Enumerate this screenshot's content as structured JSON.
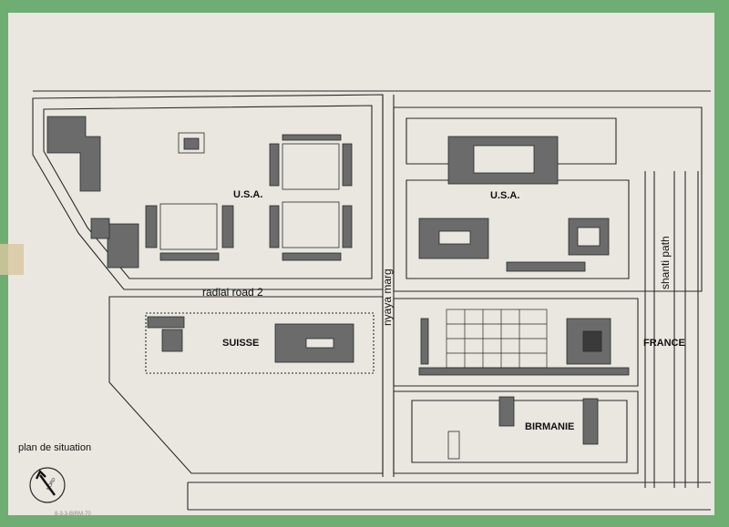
{
  "labels": {
    "usa_west": "U.S.A.",
    "usa_east": "U.S.A.",
    "suisse": "SUISSE",
    "france": "FRANCE",
    "birmanie": "BIRMANIE",
    "radial_road": "radial road 2",
    "nyaya_marg": "nyaya marg",
    "shanti_path": "shanti path",
    "plan_title": "plan de situation",
    "north": "NORD",
    "reference": "8-3-3-BIRM-70"
  },
  "colors": {
    "paper": "#e9e7e0",
    "tape": "#6fae72",
    "ink": "#2a2a2a",
    "building": "#6b6b6b"
  },
  "icons": {
    "north_arrow": "north-arrow-icon"
  }
}
